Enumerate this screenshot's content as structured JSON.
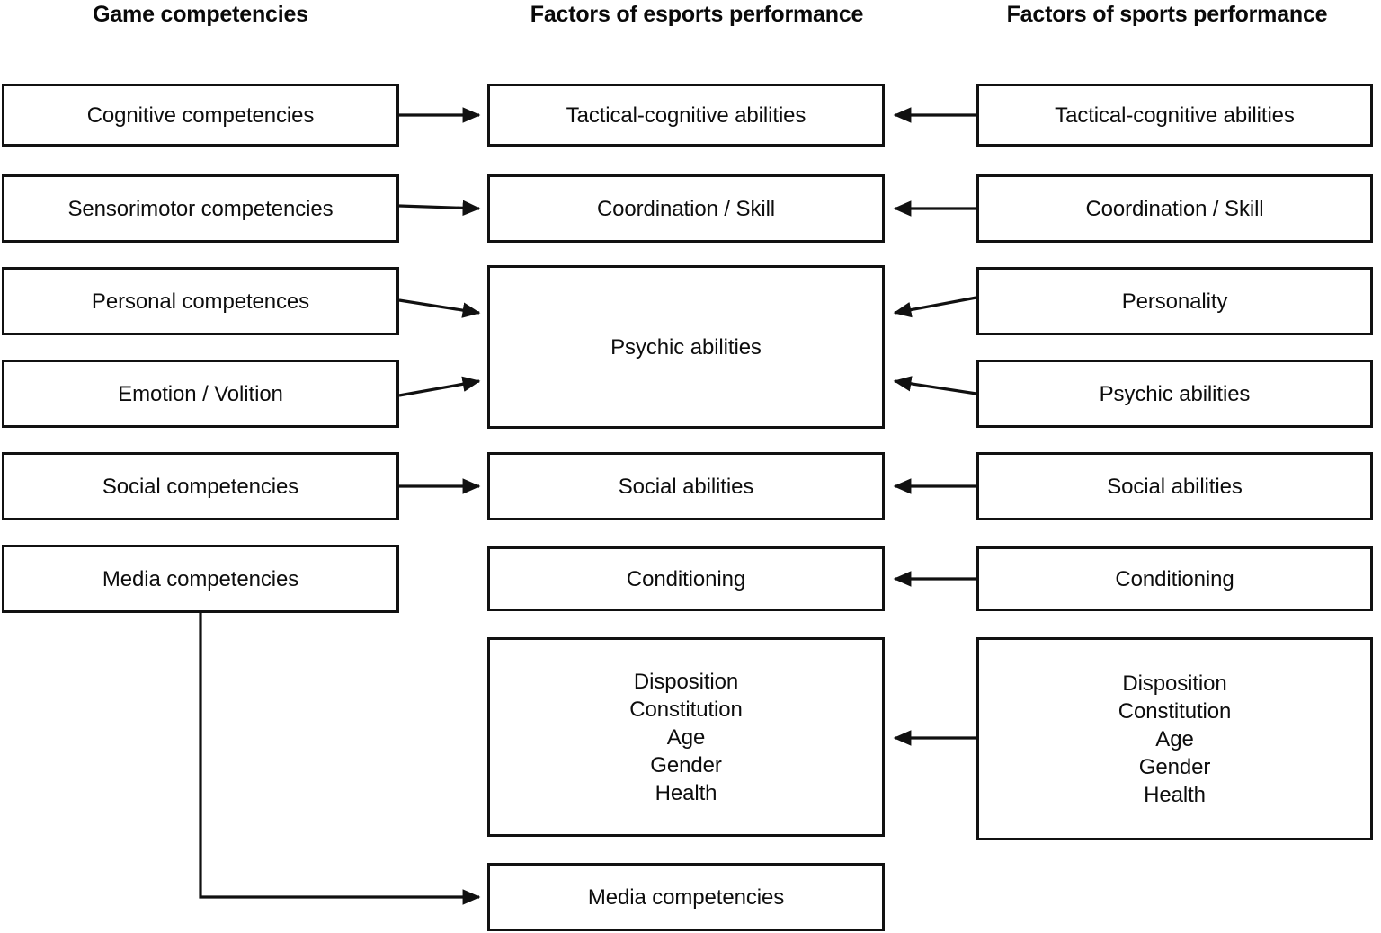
{
  "diagram": {
    "type": "flow-mapping",
    "title": "",
    "columns": [
      {
        "id": "game",
        "header": "Game competencies"
      },
      {
        "id": "esports",
        "header": "Factors of esports performance"
      },
      {
        "id": "sports",
        "header": "Factors of sports performance"
      }
    ],
    "nodes": {
      "game": [
        {
          "id": "g1",
          "label": "Cognitive competencies"
        },
        {
          "id": "g2",
          "label": "Sensorimotor competencies"
        },
        {
          "id": "g3",
          "label": "Personal competences"
        },
        {
          "id": "g4",
          "label": "Emotion / Volition"
        },
        {
          "id": "g5",
          "label": "Social competencies"
        },
        {
          "id": "g6",
          "label": "Media competencies"
        }
      ],
      "esports": [
        {
          "id": "e1",
          "label": "Tactical-cognitive abilities"
        },
        {
          "id": "e2",
          "label": "Coordination / Skill"
        },
        {
          "id": "e3",
          "label": "Psychic abilities"
        },
        {
          "id": "e4",
          "label": "Social abilities"
        },
        {
          "id": "e5",
          "label": "Conditioning"
        },
        {
          "id": "e6",
          "label": "Disposition\nConstitution\nAge\nGender\nHealth"
        },
        {
          "id": "e7",
          "label": "Media competencies"
        }
      ],
      "sports": [
        {
          "id": "s1",
          "label": "Tactical-cognitive abilities"
        },
        {
          "id": "s2",
          "label": "Coordination / Skill"
        },
        {
          "id": "s3",
          "label": "Personality"
        },
        {
          "id": "s4",
          "label": "Psychic abilities"
        },
        {
          "id": "s5",
          "label": "Social abilities"
        },
        {
          "id": "s6",
          "label": "Conditioning"
        },
        {
          "id": "s7",
          "label": "Disposition\nConstitution\nAge\nGender\nHealth"
        }
      ]
    },
    "edges": [
      {
        "from": "g1",
        "to": "e1",
        "direction": "right"
      },
      {
        "from": "g2",
        "to": "e2",
        "direction": "right"
      },
      {
        "from": "g3",
        "to": "e3",
        "direction": "right"
      },
      {
        "from": "g4",
        "to": "e3",
        "direction": "right"
      },
      {
        "from": "g5",
        "to": "e4",
        "direction": "right"
      },
      {
        "from": "g6",
        "to": "e7",
        "direction": "right-elbow"
      },
      {
        "from": "s1",
        "to": "e1",
        "direction": "left"
      },
      {
        "from": "s2",
        "to": "e2",
        "direction": "left"
      },
      {
        "from": "s3",
        "to": "e3",
        "direction": "left"
      },
      {
        "from": "s4",
        "to": "e3",
        "direction": "left"
      },
      {
        "from": "s5",
        "to": "e4",
        "direction": "left"
      },
      {
        "from": "s6",
        "to": "e5",
        "direction": "left"
      },
      {
        "from": "s7",
        "to": "e6",
        "direction": "left"
      }
    ],
    "colors": {
      "stroke": "#111111",
      "background": "#ffffff",
      "text": "#0d0d0d"
    }
  }
}
